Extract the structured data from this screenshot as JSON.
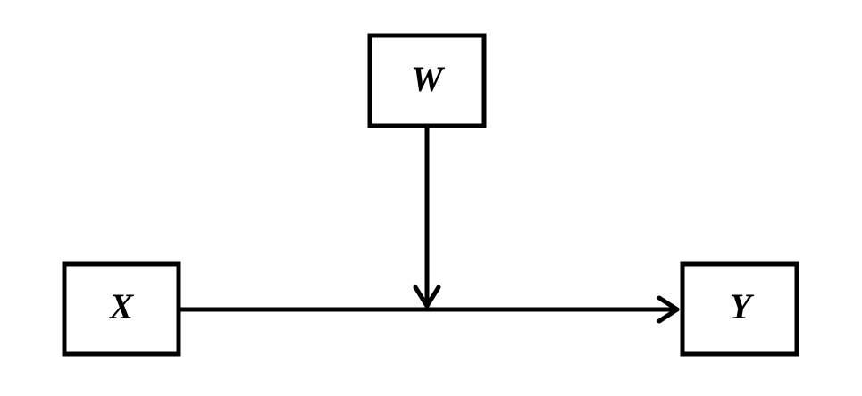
{
  "diagram": {
    "nodes": {
      "w": {
        "label": "W"
      },
      "x": {
        "label": "X"
      },
      "y": {
        "label": "Y"
      }
    },
    "edges": [
      {
        "from": "X",
        "to": "Y"
      },
      {
        "from": "W",
        "to": "X→Y path"
      }
    ]
  }
}
